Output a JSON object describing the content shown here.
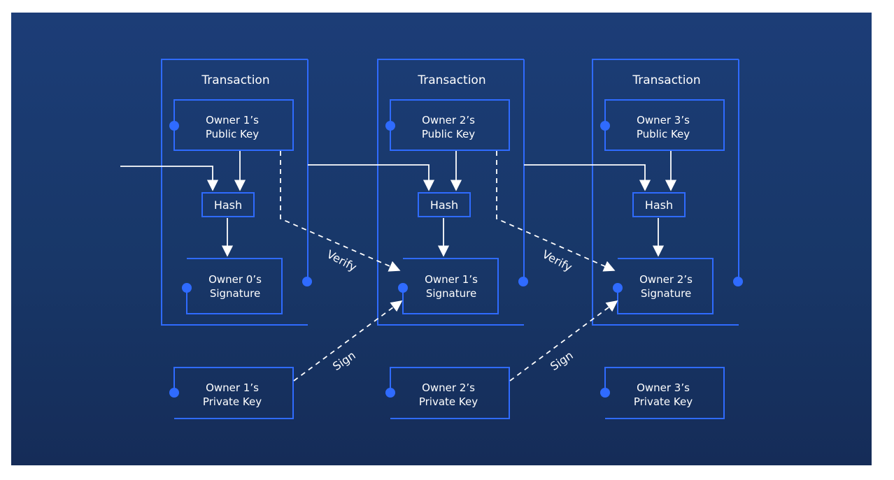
{
  "transactions": [
    {
      "title": "Transaction",
      "public_key": [
        "Owner 1’s",
        "Public Key"
      ],
      "hash": "Hash",
      "signature": [
        "Owner 0’s",
        "Signature"
      ]
    },
    {
      "title": "Transaction",
      "public_key": [
        "Owner 2’s",
        "Public Key"
      ],
      "hash": "Hash",
      "signature": [
        "Owner 1’s",
        "Signature"
      ]
    },
    {
      "title": "Transaction",
      "public_key": [
        "Owner 3’s",
        "Public Key"
      ],
      "hash": "Hash",
      "signature": [
        "Owner 2’s",
        "Signature"
      ]
    }
  ],
  "private_keys": [
    [
      "Owner 1’s",
      "Private Key"
    ],
    [
      "Owner 2’s",
      "Private Key"
    ],
    [
      "Owner 3’s",
      "Private Key"
    ]
  ],
  "edge_labels": {
    "verify": "Verify",
    "sign": "Sign"
  },
  "colors": {
    "background_top": "#1c3d77",
    "background_bottom": "#152c58",
    "box_stroke": "#2f6bff",
    "dot": "#2f6bff",
    "line": "#ffffff"
  }
}
